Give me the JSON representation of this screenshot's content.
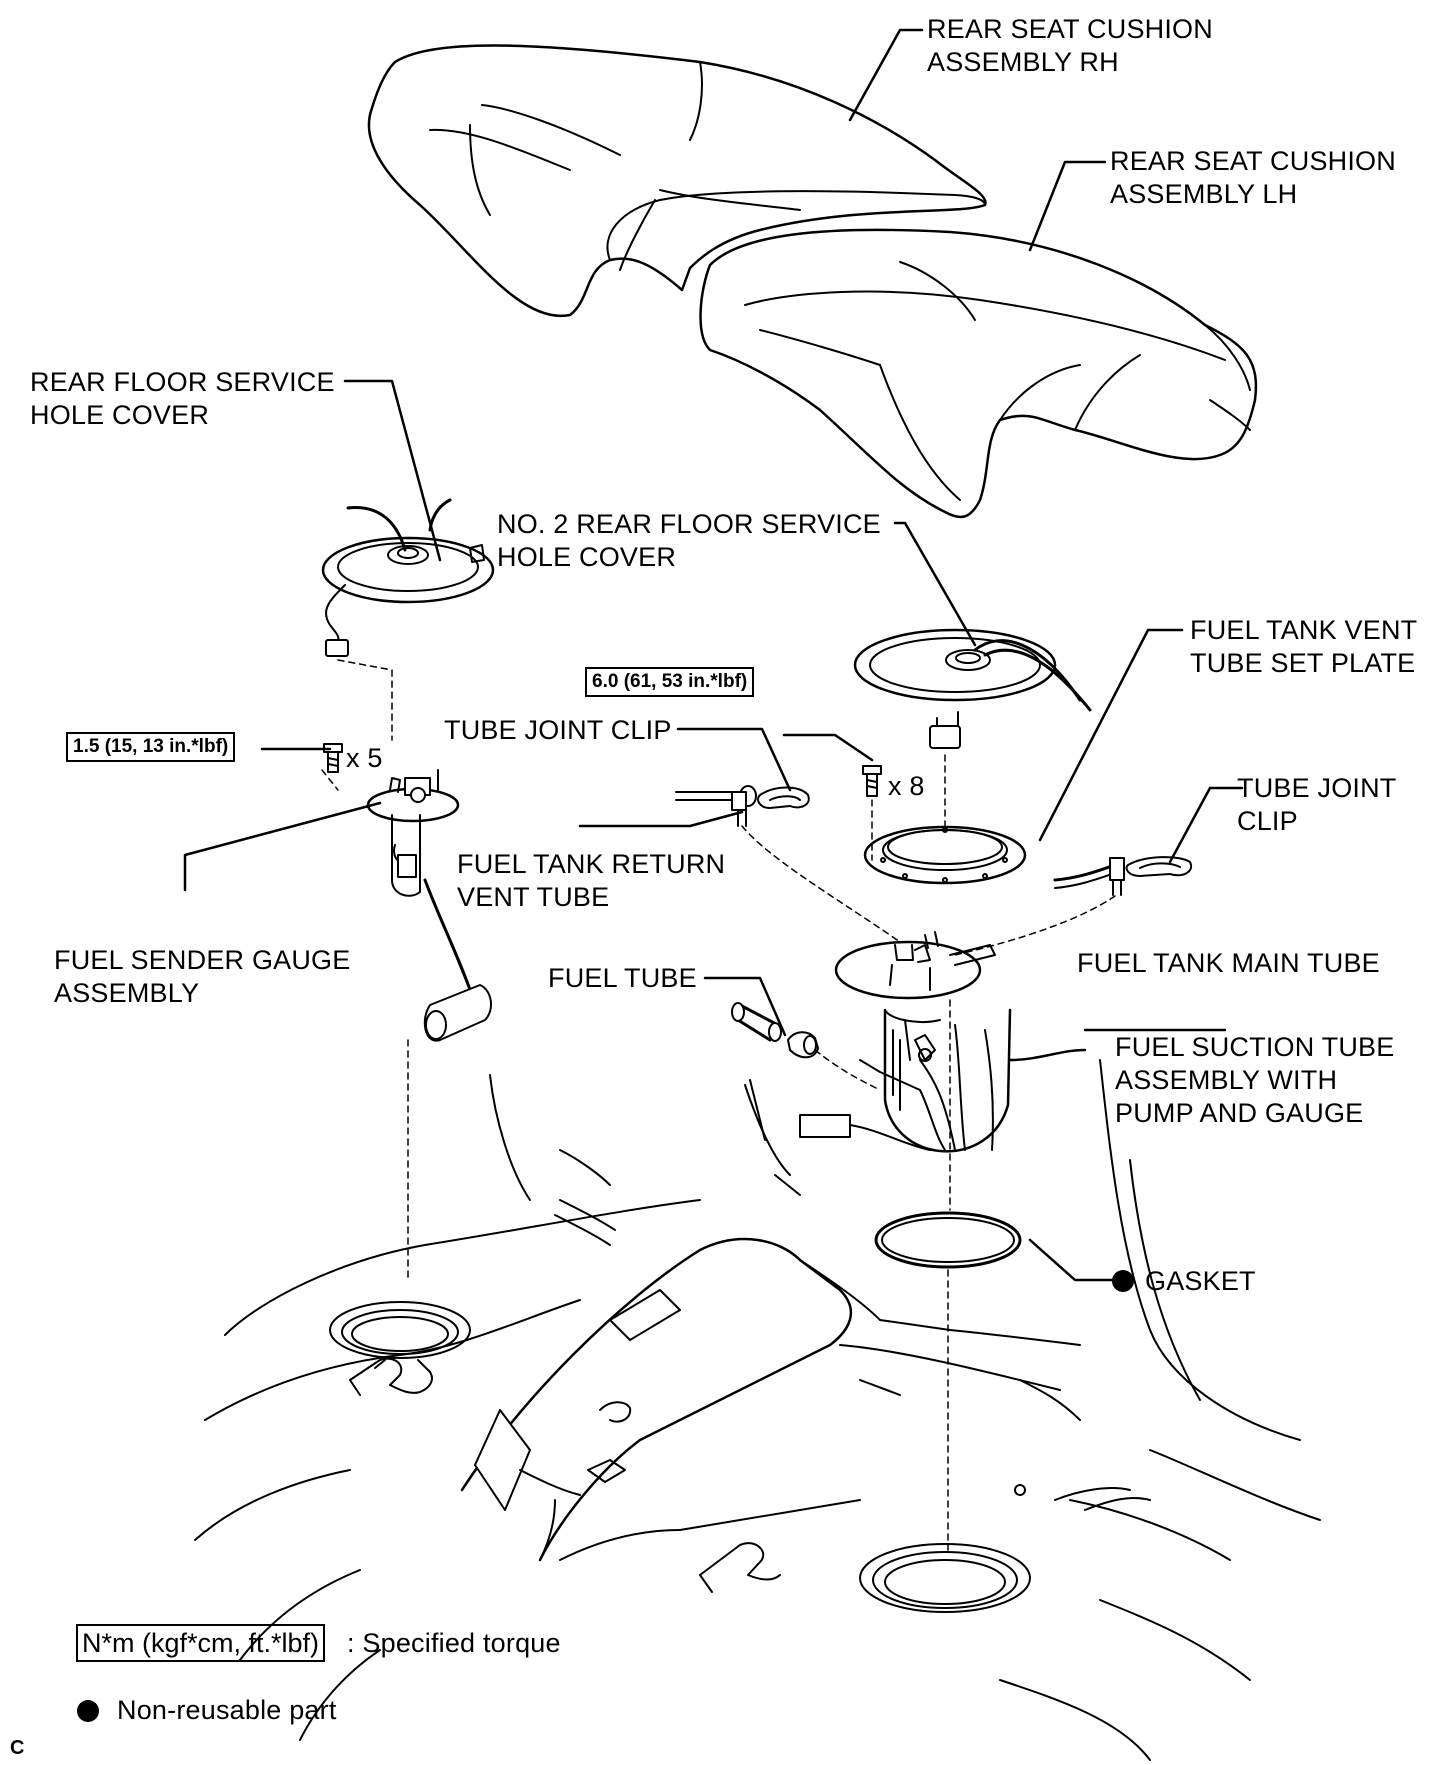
{
  "labels": {
    "rear_seat_rh": [
      "REAR SEAT CUSHION",
      "ASSEMBLY RH"
    ],
    "rear_seat_lh": [
      "REAR SEAT CUSHION",
      "ASSEMBLY LH"
    ],
    "rear_floor_cover": [
      "REAR FLOOR SERVICE",
      "HOLE COVER"
    ],
    "no2_rear_floor_cover": [
      "NO. 2 REAR FLOOR SERVICE",
      "HOLE COVER"
    ],
    "vent_plate": [
      "FUEL TANK VENT",
      "TUBE SET PLATE"
    ],
    "tube_joint_clip_1": "TUBE JOINT CLIP",
    "tube_joint_clip_2": [
      "TUBE JOINT",
      "CLIP"
    ],
    "return_vent_tube": [
      "FUEL TANK RETURN",
      "VENT TUBE"
    ],
    "sender_gauge": [
      "FUEL SENDER GAUGE",
      "ASSEMBLY"
    ],
    "fuel_tube": "FUEL TUBE",
    "main_tube": "FUEL TANK MAIN TUBE",
    "suction_tube": [
      "FUEL SUCTION TUBE",
      "ASSEMBLY WITH",
      "PUMP AND GAUGE"
    ],
    "gasket": "GASKET"
  },
  "torques": {
    "sender_bolts": "1.5 (15, 13 in.*lbf)",
    "plate_bolts": "6.0 (61, 53 in.*lbf)"
  },
  "quantities": {
    "sender_bolts": "x 5",
    "plate_bolts": "x 8"
  },
  "legend": {
    "torque_box": "N*m (kgf*cm, ft.*lbf)",
    "torque_text": ": Specified torque",
    "nonreusable_text": "Non-reusable part"
  },
  "corner_mark": "C"
}
